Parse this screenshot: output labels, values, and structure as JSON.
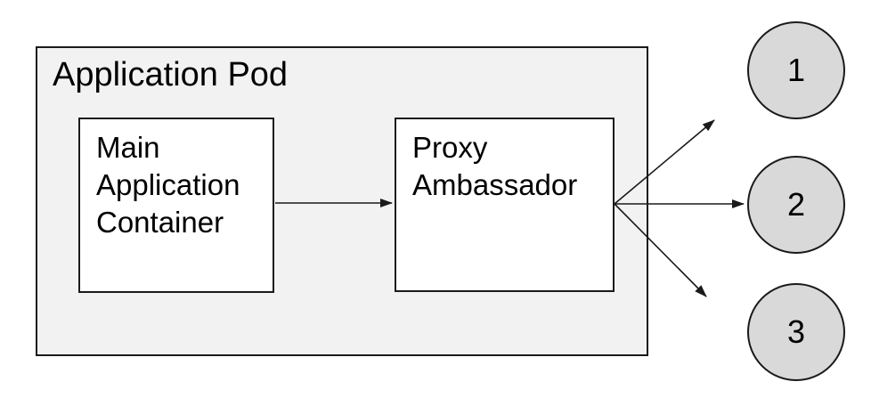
{
  "diagram": {
    "pod": {
      "label": "Application Pod"
    },
    "nodes": {
      "main": {
        "label": "Main\nApplication\nContainer"
      },
      "proxy": {
        "label": "Proxy\nAmbassador"
      }
    },
    "endpoints": [
      {
        "label": "1"
      },
      {
        "label": "2"
      },
      {
        "label": "3"
      }
    ],
    "edges": [
      {
        "from": "Main Application Container",
        "to": "Proxy Ambassador"
      },
      {
        "from": "Proxy Ambassador",
        "to": "1"
      },
      {
        "from": "Proxy Ambassador",
        "to": "2"
      },
      {
        "from": "Proxy Ambassador",
        "to": "3"
      }
    ],
    "colors": {
      "canvas_bg": "#ffffff",
      "pod_fill": "#f2f2f2",
      "node_fill": "#ffffff",
      "endpoint_fill": "#d9d9d9",
      "stroke": "#1a1a1a",
      "text": "#000000"
    }
  }
}
